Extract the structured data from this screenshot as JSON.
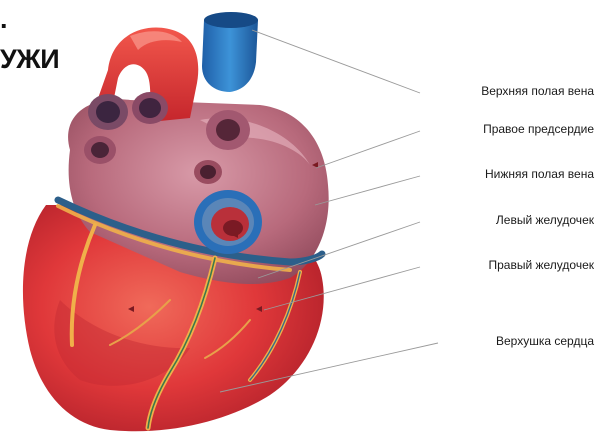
{
  "title_fragments": [
    ".",
    "УЖИ"
  ],
  "labels": [
    "Верхняя полая вена",
    "Правое предсердие",
    "Нижняя полая вена",
    "Левый желудочек",
    "Правый желудочек",
    "Верхушка сердца"
  ],
  "colors": {
    "myocardium": "#e8383a",
    "atrium": "#b86a7c",
    "aorta": "#e23b36",
    "vena_cava": "#2a7ac4",
    "coronary_vessels": "#f0b04a",
    "leader_lines": "#9a9a9a"
  }
}
